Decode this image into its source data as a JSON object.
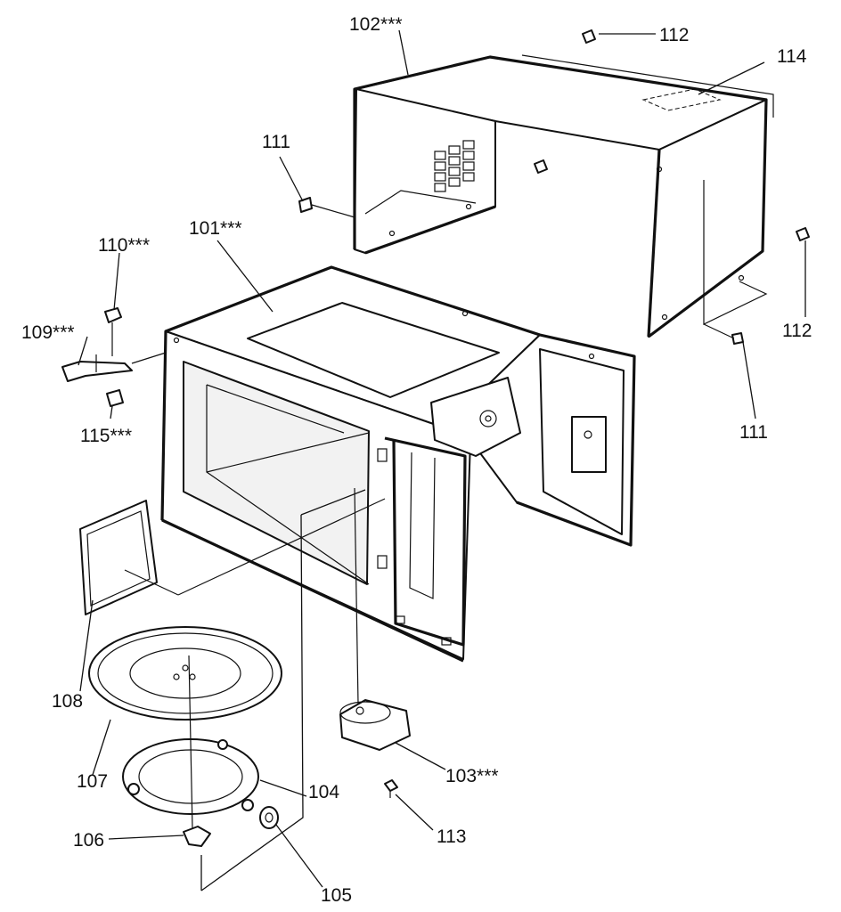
{
  "labels": {
    "p101": "101***",
    "p102": "102***",
    "p103": "103***",
    "p104": "104",
    "p105": "105",
    "p106": "106",
    "p107": "107",
    "p108": "108",
    "p109": "109***",
    "p110": "110***",
    "p111a": "111",
    "p111b": "111",
    "p112a": "112",
    "p112b": "112",
    "p113": "113",
    "p114": "114",
    "p115": "115***"
  }
}
